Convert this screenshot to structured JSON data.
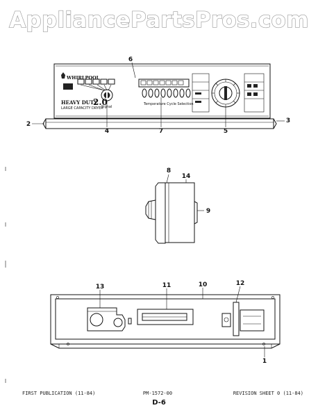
{
  "watermark": "AppliancePartsPros.com",
  "panel": {
    "brand": "WHIRLPOOL",
    "model_line1": "HEAVY DUTY",
    "model_number": "2.0",
    "model_line2": "LARGE CAPACITY DRYER",
    "selector_label": "Temperature Cycle Selection"
  },
  "callouts": {
    "c1": "1",
    "c2": "2",
    "c3": "3",
    "c4": "4",
    "c5": "5",
    "c6": "6",
    "c7": "7",
    "c8": "8",
    "c9": "9",
    "c10": "10",
    "c11": "11",
    "c12": "12",
    "c13": "13",
    "c14": "14"
  },
  "footer": {
    "left": "FIRST PUBLICATION (11-84)",
    "center": "PM-1572-00",
    "right": "REVISION SHEET 0 (11-84)",
    "page": "D-6"
  }
}
